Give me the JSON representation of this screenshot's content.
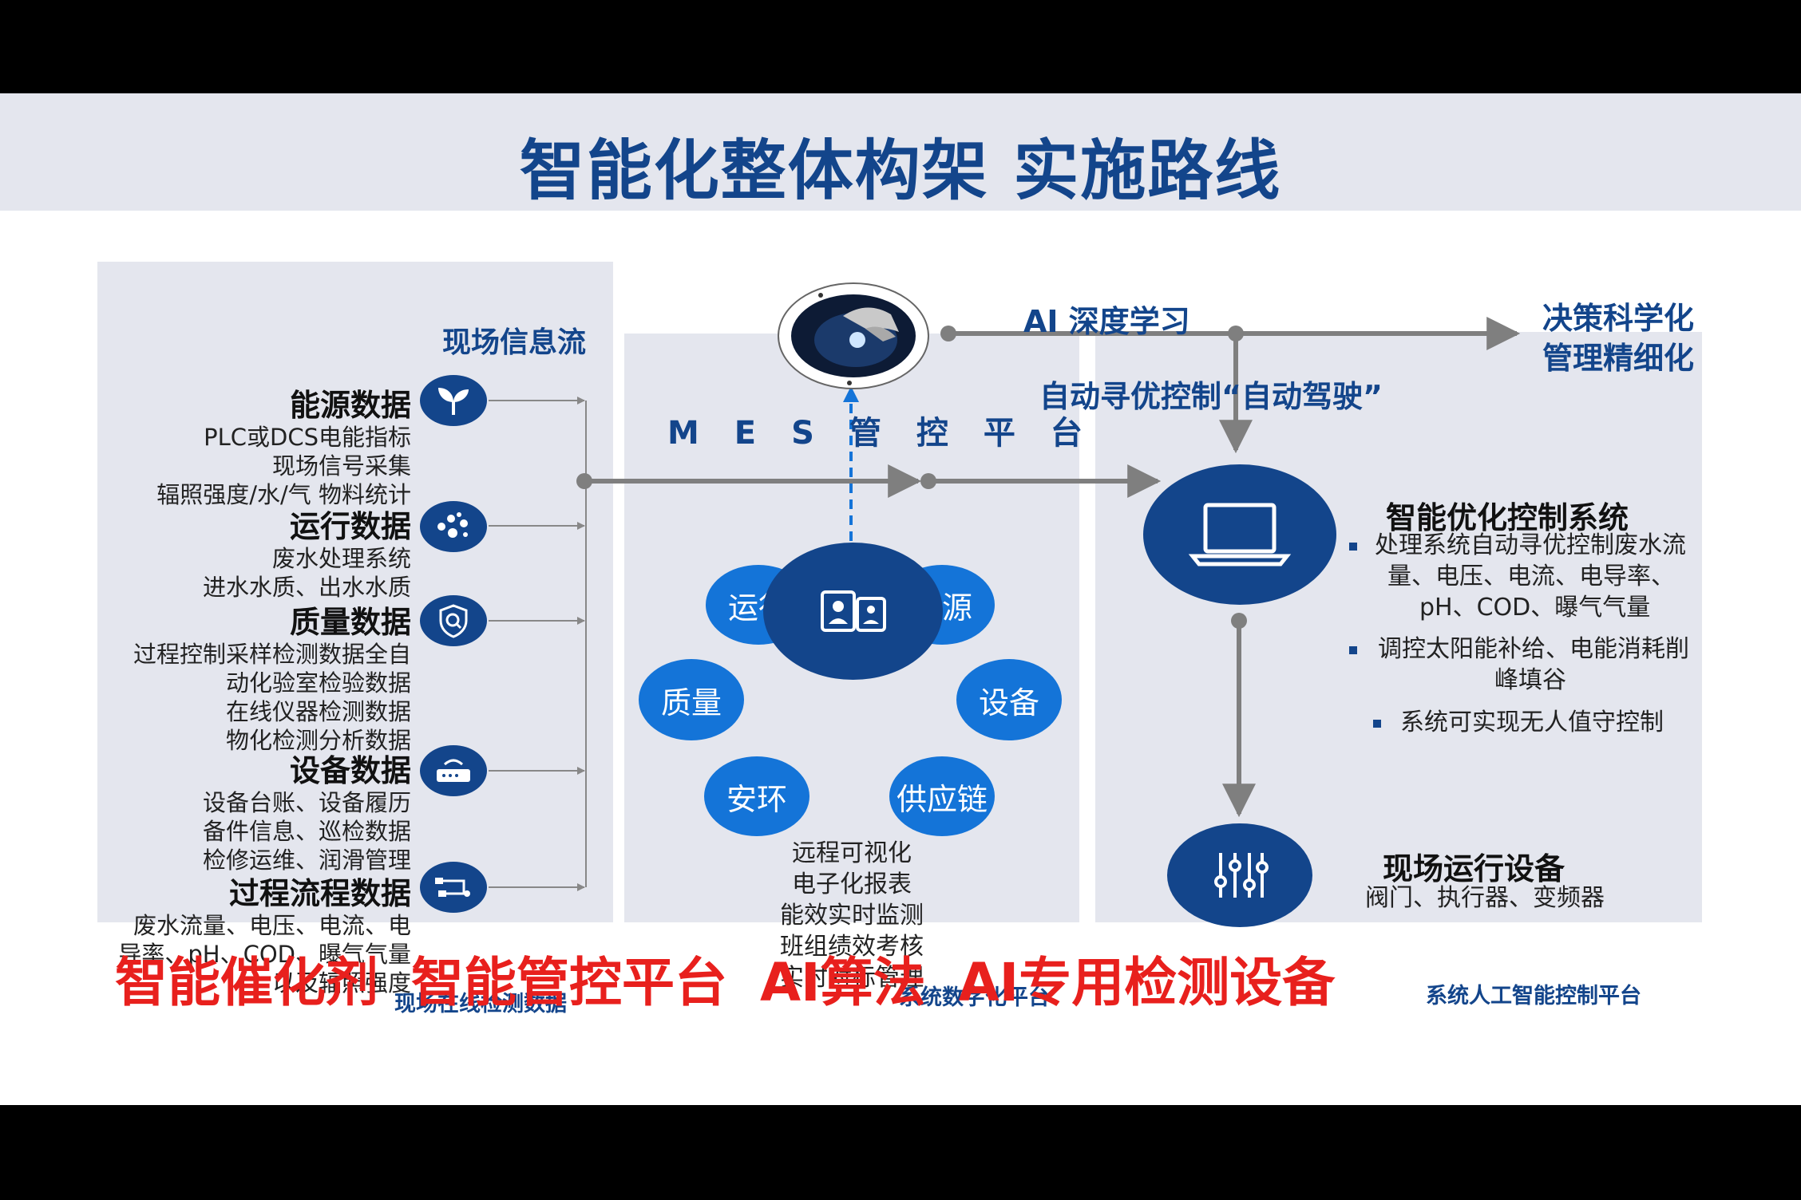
{
  "title": "智能化整体构架 实施路线",
  "headers": {
    "onsite_info_flow": "现场信息流",
    "ai_deep_learning": "AI 深度学习",
    "decision_line1": "决策科学化",
    "decision_line2": "管理精细化",
    "auto_control": "自动寻优控制“自动驾驶”"
  },
  "left_panel": {
    "caption": "现场在线检测数据",
    "categories": [
      {
        "title": "能源数据",
        "lines": [
          "PLC或DCS电能指标",
          "现场信号采集",
          "辐照强度/水/气 物料统计"
        ],
        "icon": "sprout-icon"
      },
      {
        "title": "运行数据",
        "lines": [
          "废水处理系统",
          "进水水质、出水水质"
        ],
        "icon": "dots-icon"
      },
      {
        "title": "质量数据",
        "lines": [
          "过程控制采样检测数据全自",
          "动化验室检验数据",
          "在线仪器检测数据",
          "物化检测分析数据"
        ],
        "icon": "shield-search-icon"
      },
      {
        "title": "设备数据",
        "lines": [
          "设备台账、设备履历",
          "备件信息、巡检数据",
          "检修运维、润滑管理"
        ],
        "icon": "router-icon"
      },
      {
        "title": "过程流程数据",
        "lines": [
          "废水流量、电压、电流、电",
          "导率、pH、COD、曝气气量",
          "以及辐照强度"
        ],
        "icon": "pipeline-icon"
      }
    ]
  },
  "mid_panel": {
    "title": "MES管控平台",
    "caption": "系统数字化平台",
    "bubbles": [
      "运行",
      "能源",
      "质量",
      "设备",
      "安环",
      "供应链"
    ],
    "center_icon": "dashboard-users-icon",
    "lines": [
      "远程可视化",
      "电子化报表",
      "能效实时监测",
      "班组绩效考核",
      "实时对标管理"
    ]
  },
  "right_panel": {
    "caption": "系统人工智能控制平台",
    "system_title": "智能优化控制系统",
    "bullets": [
      [
        "处理系统自动寻优控制废水流",
        "量、电压、电流、电导率、",
        "pH、COD、曝气气量"
      ],
      [
        "调控太阳能补给、电能消耗削",
        "峰填谷"
      ],
      [
        "系统可实现无人值守控制"
      ]
    ],
    "system_icon": "laptop-icon",
    "device_title": "现场运行设备",
    "device_line": "阀门、执行器、变频器",
    "device_icon": "sliders-icon"
  },
  "ai_image": "robot-hand-icon",
  "bottom_text": "智能催化剂 智能管控平台 AI算法 AI专用检测设备",
  "colors": {
    "brand_blue": "#13458b",
    "bubble_blue": "#1474d8",
    "panel_gray": "#e4e6ee",
    "accent_red": "#e8201d",
    "line_gray": "#7f7f7f"
  }
}
